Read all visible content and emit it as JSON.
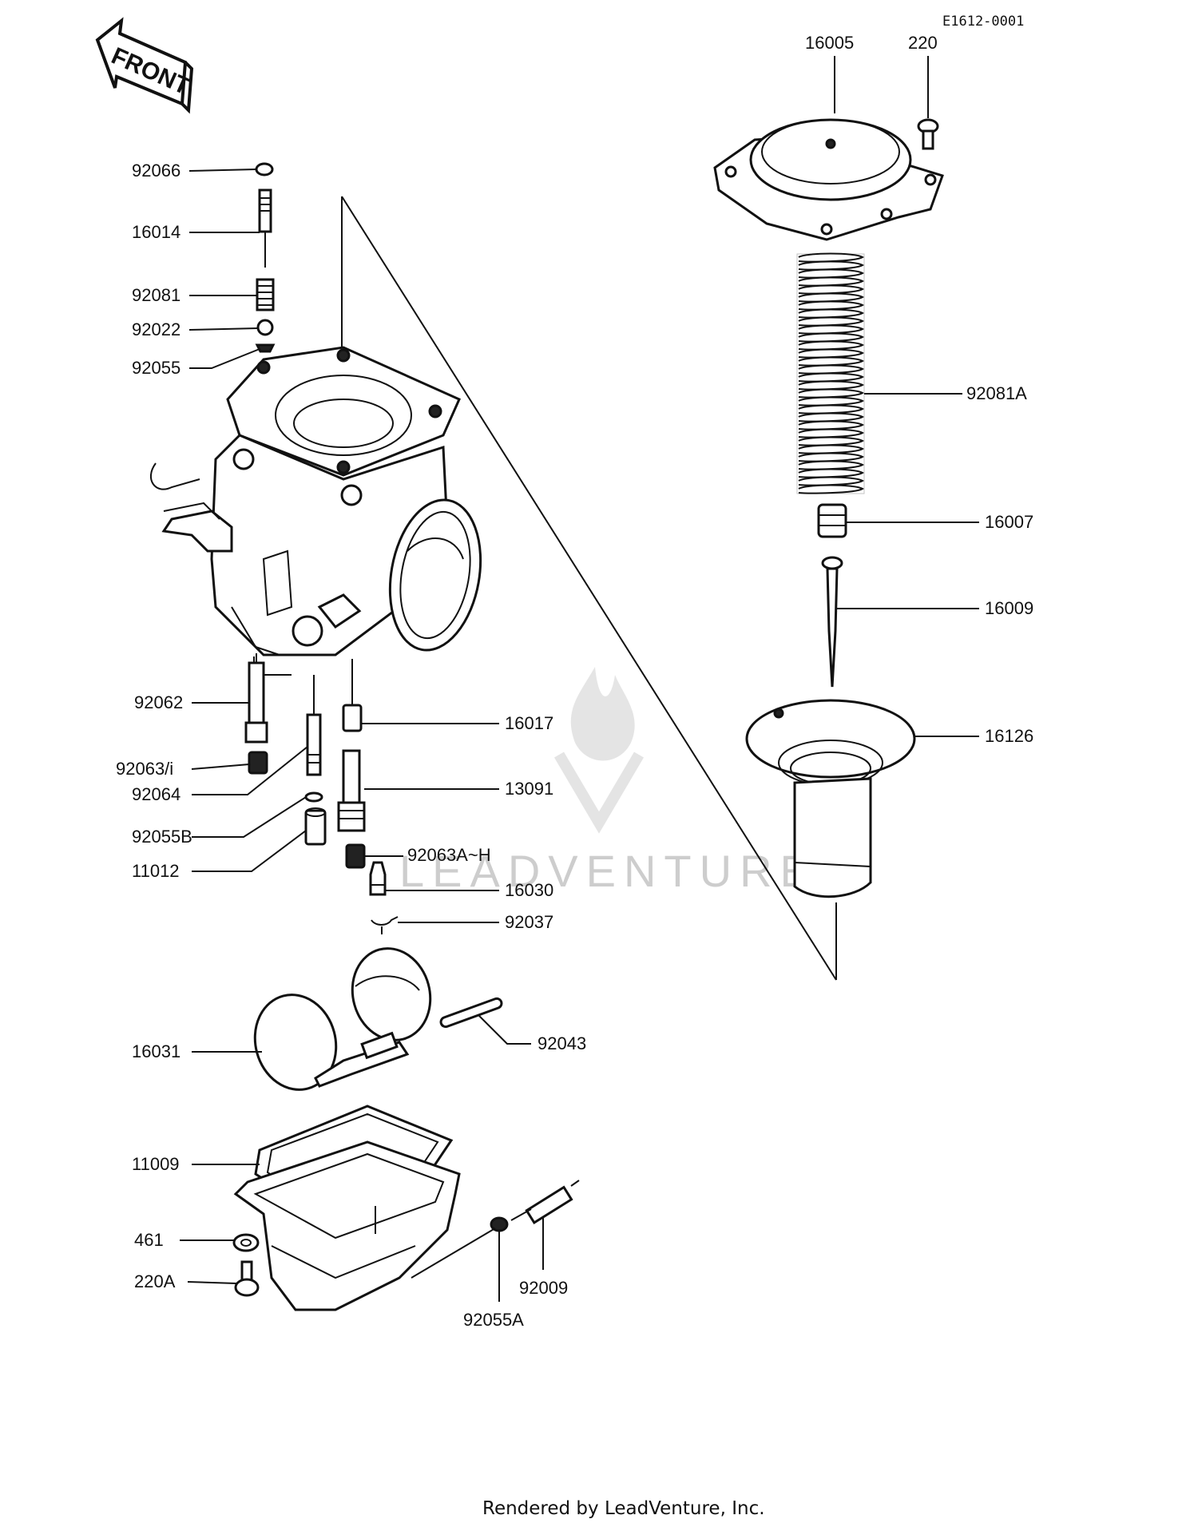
{
  "figure": {
    "ref_code": "E1612-0001",
    "front_badge": "FRONT",
    "watermark": "LEADVENTURE",
    "footer": "Rendered by LeadVenture, Inc."
  },
  "parts": [
    "92066",
    "16014",
    "92081",
    "92022",
    "92055",
    "92062",
    "92063/i",
    "92064",
    "92055B",
    "11012",
    "16017",
    "13091",
    "92063A~H",
    "16030",
    "92037",
    "16031",
    "92043",
    "11009",
    "461",
    "220A",
    "92009",
    "92055A",
    "16005",
    "220",
    "92081A",
    "16007",
    "16009",
    "16126"
  ]
}
